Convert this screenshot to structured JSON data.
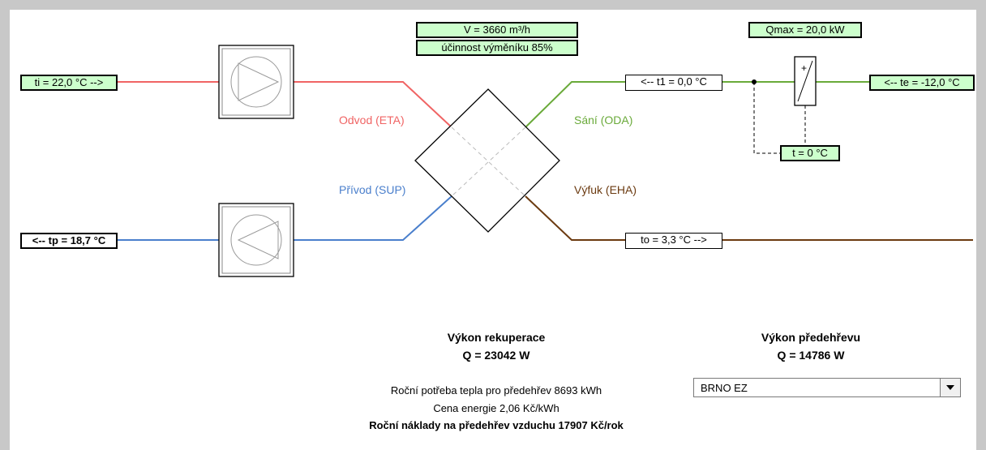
{
  "top": {
    "volume": "V = 3660 m³/h",
    "efficiency": "účinnost výměníku 85%",
    "qmax": "Qmax = 20,0 kW"
  },
  "streams": {
    "odvod": "Odvod (ETA)",
    "privod": "Přívod (SUP)",
    "sani": "Sání (ODA)",
    "vyfuk": "Výfuk (EHA)"
  },
  "temps": {
    "ti": "ti = 22,0 °C -->",
    "tp": "<-- tp = 18,7 °C",
    "t1": "<-- t1 = 0,0 °C",
    "te": "<-- te = -12,0 °C",
    "t": "t = 0 °C",
    "to": "to = 3,3 °C -->"
  },
  "results": {
    "recovery_title": "Výkon rekuperace",
    "recovery_value": "Q = 23042 W",
    "preheat_title": "Výkon předehřevu",
    "preheat_value": "Q = 14786 W",
    "annual_need": "Roční potřeba tepla pro předehřev 8693 kWh",
    "energy_price": "Cena energie 2,06 Kč/kWh",
    "annual_cost": "Roční náklady na předehřev vzduchu 17907 Kč/rok"
  },
  "location": {
    "selected": "BRNO EZ"
  },
  "colors": {
    "exhaust_in": "#f06464",
    "supply": "#4a7fcc",
    "intake": "#6aaa3a",
    "exhaust_out": "#6b3a10",
    "label_box": "#ccffcc",
    "frame": "#c8c8c8"
  },
  "heater_symbol": "+"
}
